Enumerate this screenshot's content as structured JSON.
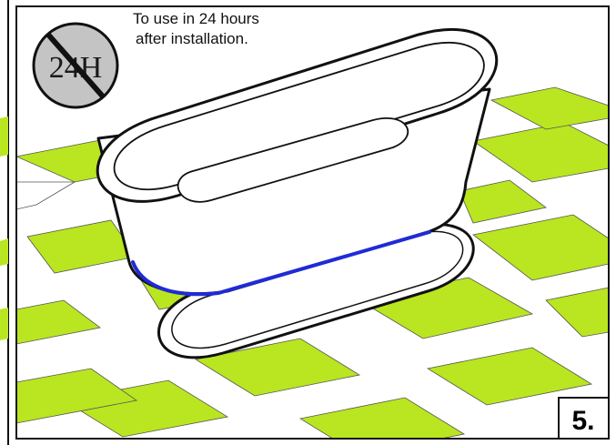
{
  "notice": {
    "line1": "To use in 24 hours",
    "line2": "after installation."
  },
  "badge": {
    "text": "24H",
    "icon": "no-24h-icon"
  },
  "step": {
    "label": "5."
  },
  "colors": {
    "tile_green": "#b9e620",
    "sealant_blue": "#1f2bd6",
    "badge_gray": "#c4c4c4",
    "outline": "#111111"
  }
}
